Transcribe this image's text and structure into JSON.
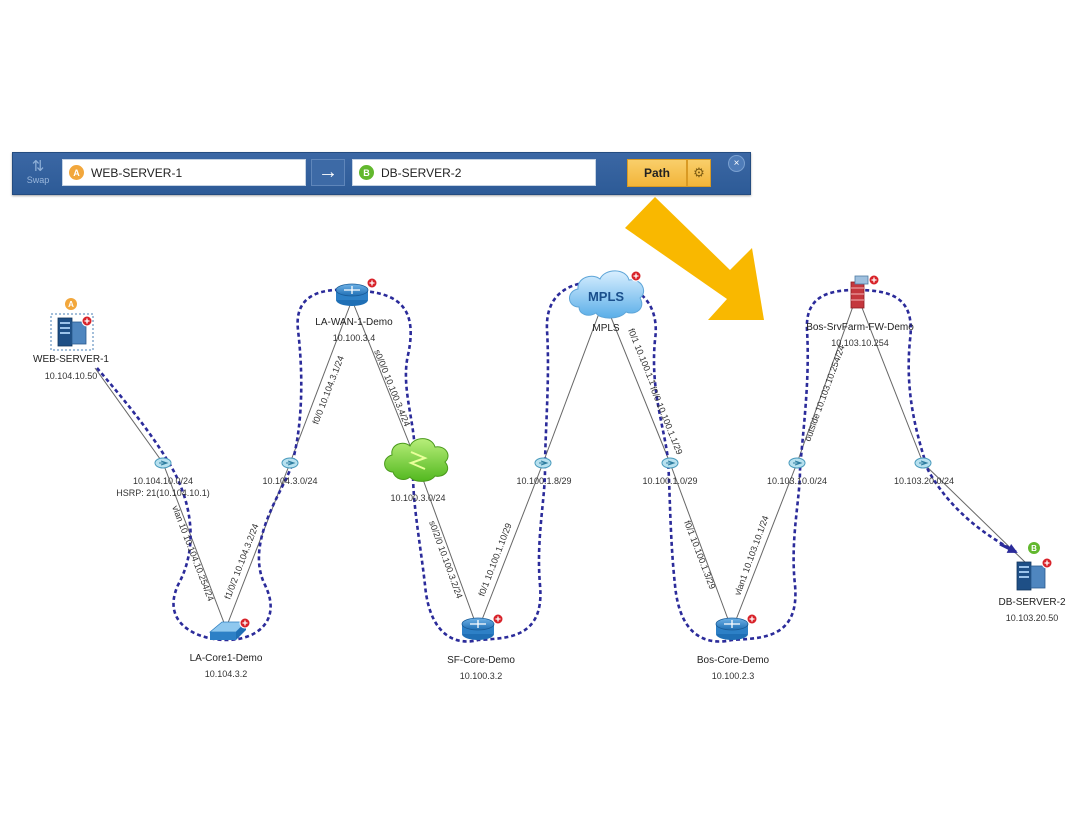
{
  "toolbar": {
    "swap_label": "Swap",
    "source": {
      "pin": "A",
      "value": "WEB-SERVER-1"
    },
    "destination": {
      "pin": "B",
      "value": "DB-SERVER-2"
    },
    "path_label": "Path",
    "close_label": "×"
  },
  "colors": {
    "path_line": "#2b2b9a",
    "highlight_arrow": "#f9b800",
    "toolbar_bg": "#2d5b97"
  },
  "devices": {
    "web_server": {
      "name": "WEB-SERVER-1",
      "ip": "10.104.10.50",
      "pin": "A"
    },
    "la_wan": {
      "name": "LA-WAN-1-Demo",
      "ip": "10.100.3.4"
    },
    "mpls": {
      "name": "MPLS",
      "cloud_text": "MPLS"
    },
    "firewall": {
      "name": "Bos-SrvFarm-FW-Demo",
      "ip": "10.103.10.254"
    },
    "la_core": {
      "name": "LA-Core1-Demo",
      "ip": "10.104.3.2"
    },
    "sf_core": {
      "name": "SF-Core-Demo",
      "ip": "10.100.3.2"
    },
    "bos_core": {
      "name": "Bos-Core-Demo",
      "ip": "10.100.2.3"
    },
    "db_server": {
      "name": "DB-SERVER-2",
      "ip": "10.103.20.50",
      "pin": "B"
    }
  },
  "subnets": {
    "s1": {
      "label": "10.104.10.0/24",
      "sub": "HSRP: 21(10.104.10.1)"
    },
    "s2": {
      "label": "10.104.3.0/24"
    },
    "s3": {
      "label": "10.100.3.0/24"
    },
    "s4": {
      "label": "10.100.1.8/29"
    },
    "s5": {
      "label": "10.100.1.0/29"
    },
    "s6": {
      "label": "10.103.10.0/24"
    },
    "s7": {
      "label": "10.103.20.0/24"
    }
  },
  "interfaces": {
    "i1": "vlan 10 10.104.10.254/24",
    "i2": "f1/0/2 10.104.3.2/24",
    "i3": "f0/0 10.104.3.1/24",
    "i4": "s0/0/0 10.100.3.4/24",
    "i5": "s0/2/0 10.100.3.2/24",
    "i6": "f0/1 10.100.1.10/29",
    "i7": "f0/1 10.100.1.1",
    "i8": "f0/0 10.100.1.1/29",
    "i9": "f0/1 10.100.1.3/29",
    "i10": "vlan1 10.103.10.1/24",
    "i11": "outside 10.103.10.254/24"
  }
}
